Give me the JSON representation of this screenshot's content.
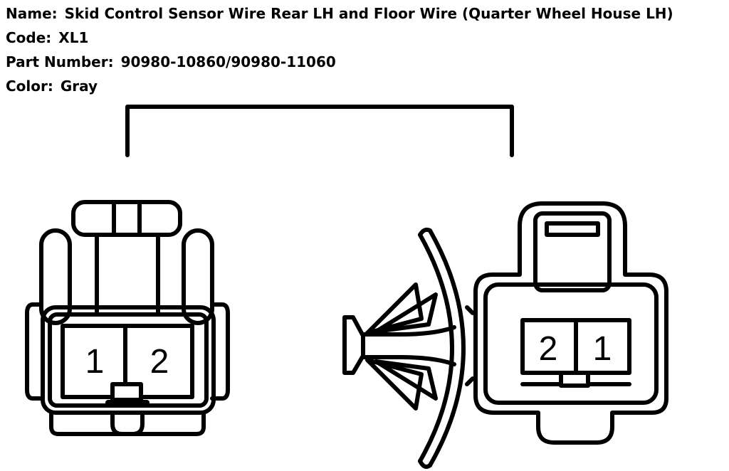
{
  "info": {
    "name_label": "Name:",
    "name_value": "Skid Control Sensor Wire Rear LH and Floor Wire (Quarter Wheel House LH)",
    "code_label": "Code:",
    "code_value": "XL1",
    "part_label": "Part Number:",
    "part_value": "90980-10860/90980-11060",
    "color_label": "Color:",
    "color_value": "Gray"
  },
  "connector_left": {
    "pins": [
      "1",
      "2"
    ]
  },
  "connector_right": {
    "pins": [
      "2",
      "1"
    ]
  }
}
